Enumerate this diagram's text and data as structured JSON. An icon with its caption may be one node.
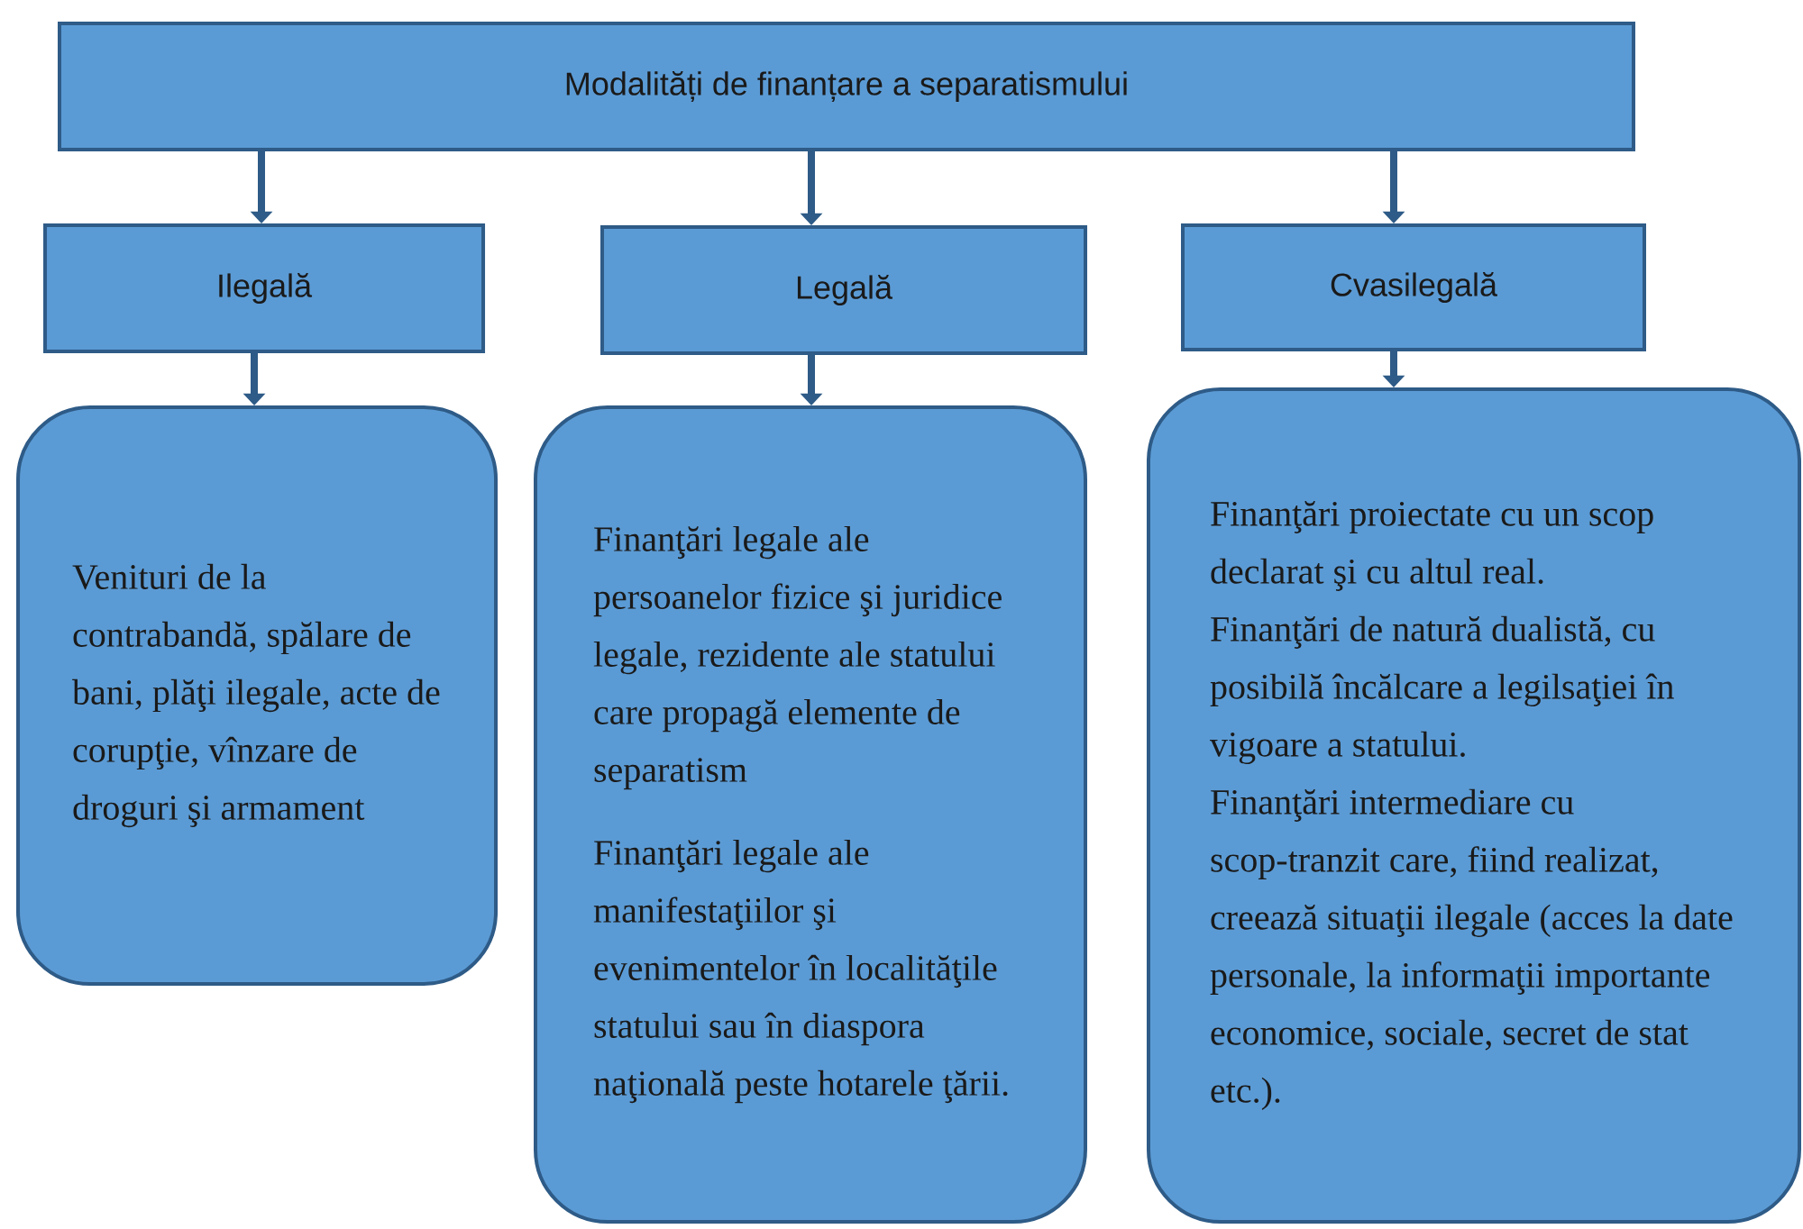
{
  "diagram": {
    "nodes": [
      {
        "text": [
          "Modalități de finanțare a separatismului"
        ]
      },
      {
        "text": [
          "Ilegală"
        ]
      },
      {
        "text": [
          "Legală"
        ]
      },
      {
        "text": [
          "Cvasilegală"
        ]
      },
      {
        "text": [
          "Venituri de la contrabandă, spălare de bani, plăţi ilegale, acte de corupţie, vînzare de droguri şi armament"
        ]
      },
      {
        "text": [
          "Finanţări legale ale persoanelor fizice şi juridice legale, rezidente ale statului care propagă elemente de separatism",
          "Finanţări legale ale manifestaţiilor şi evenimentelor în localităţile statului sau în diaspora naţională peste hotarele ţării."
        ]
      },
      {
        "text": [
          "Finanţări proiectate cu un scop declarat şi cu altul real.",
          "Finanţări de natură dualistă, cu posibilă încălcare a legilsaţiei în vigoare a statului.",
          "Finanţări intermediare cu scop-tranzit care, fiind realizat, creează situaţii ilegale (acces la date personale, la informaţii importante economice, sociale, secret de stat etc.)."
        ]
      }
    ],
    "edges": [
      {
        "from": 0,
        "to": 1,
        "arrow": "to"
      },
      {
        "from": 0,
        "to": 2,
        "arrow": "to"
      },
      {
        "from": 0,
        "to": 3,
        "arrow": "to"
      },
      {
        "from": 1,
        "to": 4,
        "arrow": "to"
      },
      {
        "from": 2,
        "to": 5,
        "arrow": "to"
      },
      {
        "from": 3,
        "to": 6,
        "arrow": "to"
      }
    ]
  }
}
